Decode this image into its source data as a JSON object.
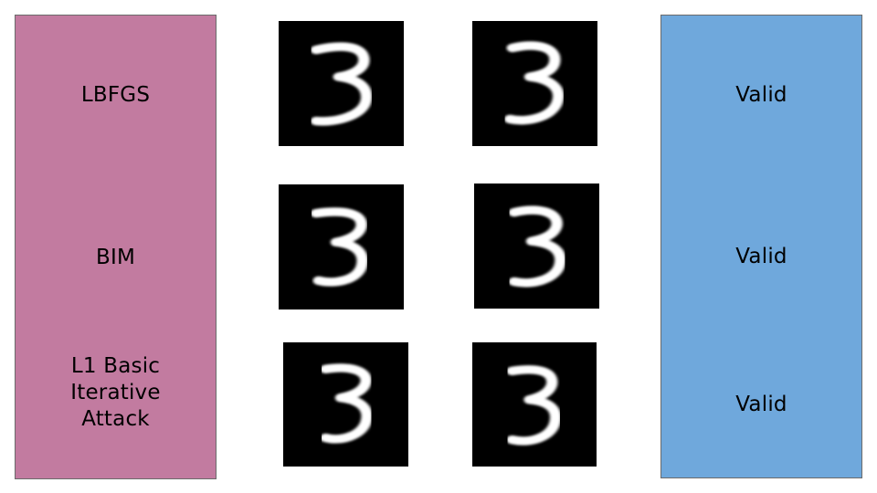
{
  "methods": [
    {
      "label": "LBFGS"
    },
    {
      "label": "BIM"
    },
    {
      "label_lines": [
        "L1 Basic",
        "Iterative",
        "Attack"
      ]
    }
  ],
  "results": [
    {
      "label": "Valid"
    },
    {
      "label": "Valid"
    },
    {
      "label": "Valid"
    }
  ],
  "colors": {
    "method_panel": "#c27ba0",
    "result_panel": "#6fa8dc",
    "digit_background": "#000000",
    "digit_stroke": "#ffffff"
  }
}
